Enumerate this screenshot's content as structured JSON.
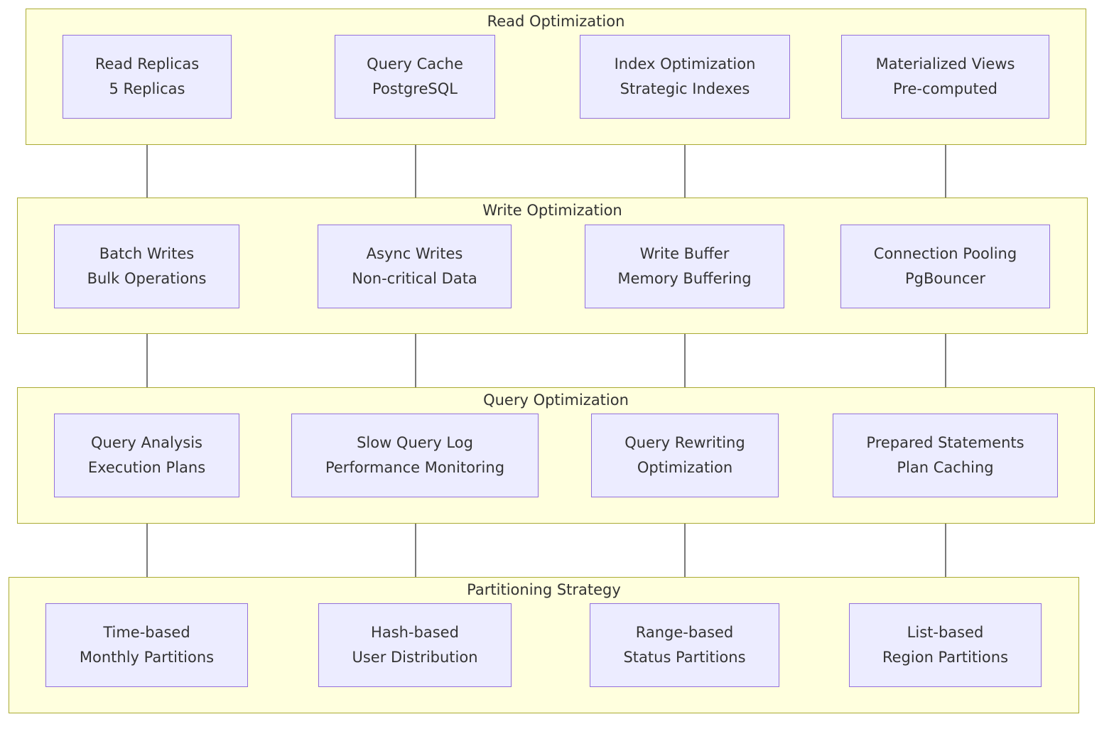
{
  "groups": {
    "read": {
      "title": "Read Optimization",
      "nodes": [
        {
          "title": "Read Replicas",
          "detail": "5 Replicas"
        },
        {
          "title": "Query Cache",
          "detail": "PostgreSQL"
        },
        {
          "title": "Index Optimization",
          "detail": "Strategic Indexes"
        },
        {
          "title": "Materialized Views",
          "detail": "Pre-computed"
        }
      ]
    },
    "write": {
      "title": "Write Optimization",
      "nodes": [
        {
          "title": "Batch Writes",
          "detail": "Bulk Operations"
        },
        {
          "title": "Async Writes",
          "detail": "Non-critical Data"
        },
        {
          "title": "Write Buffer",
          "detail": "Memory Buffering"
        },
        {
          "title": "Connection Pooling",
          "detail": "PgBouncer"
        }
      ]
    },
    "query": {
      "title": "Query Optimization",
      "nodes": [
        {
          "title": "Query Analysis",
          "detail": "Execution Plans"
        },
        {
          "title": "Slow Query Log",
          "detail": "Performance Monitoring"
        },
        {
          "title": "Query Rewriting",
          "detail": "Optimization"
        },
        {
          "title": "Prepared Statements",
          "detail": "Plan Caching"
        }
      ]
    },
    "partition": {
      "title": "Partitioning Strategy",
      "nodes": [
        {
          "title": "Time-based",
          "detail": "Monthly Partitions"
        },
        {
          "title": "Hash-based",
          "detail": "User Distribution"
        },
        {
          "title": "Range-based",
          "detail": "Status Partitions"
        },
        {
          "title": "List-based",
          "detail": "Region Partitions"
        }
      ]
    }
  },
  "edges": [
    {
      "from": "Read Replicas",
      "to": "Batch Writes"
    },
    {
      "from": "Query Cache",
      "to": "Async Writes"
    },
    {
      "from": "Index Optimization",
      "to": "Write Buffer"
    },
    {
      "from": "Materialized Views",
      "to": "Connection Pooling"
    },
    {
      "from": "Batch Writes",
      "to": "Query Analysis"
    },
    {
      "from": "Async Writes",
      "to": "Slow Query Log"
    },
    {
      "from": "Write Buffer",
      "to": "Query Rewriting"
    },
    {
      "from": "Connection Pooling",
      "to": "Prepared Statements"
    },
    {
      "from": "Query Analysis",
      "to": "Time-based"
    },
    {
      "from": "Slow Query Log",
      "to": "Hash-based"
    },
    {
      "from": "Query Rewriting",
      "to": "Range-based"
    },
    {
      "from": "Prepared Statements",
      "to": "List-based"
    }
  ],
  "colors": {
    "group_fill": "#ffffde",
    "group_border": "#aaaa33",
    "node_fill": "#ececff",
    "node_border": "#9370db",
    "edge": "#333333",
    "text": "#333333"
  }
}
